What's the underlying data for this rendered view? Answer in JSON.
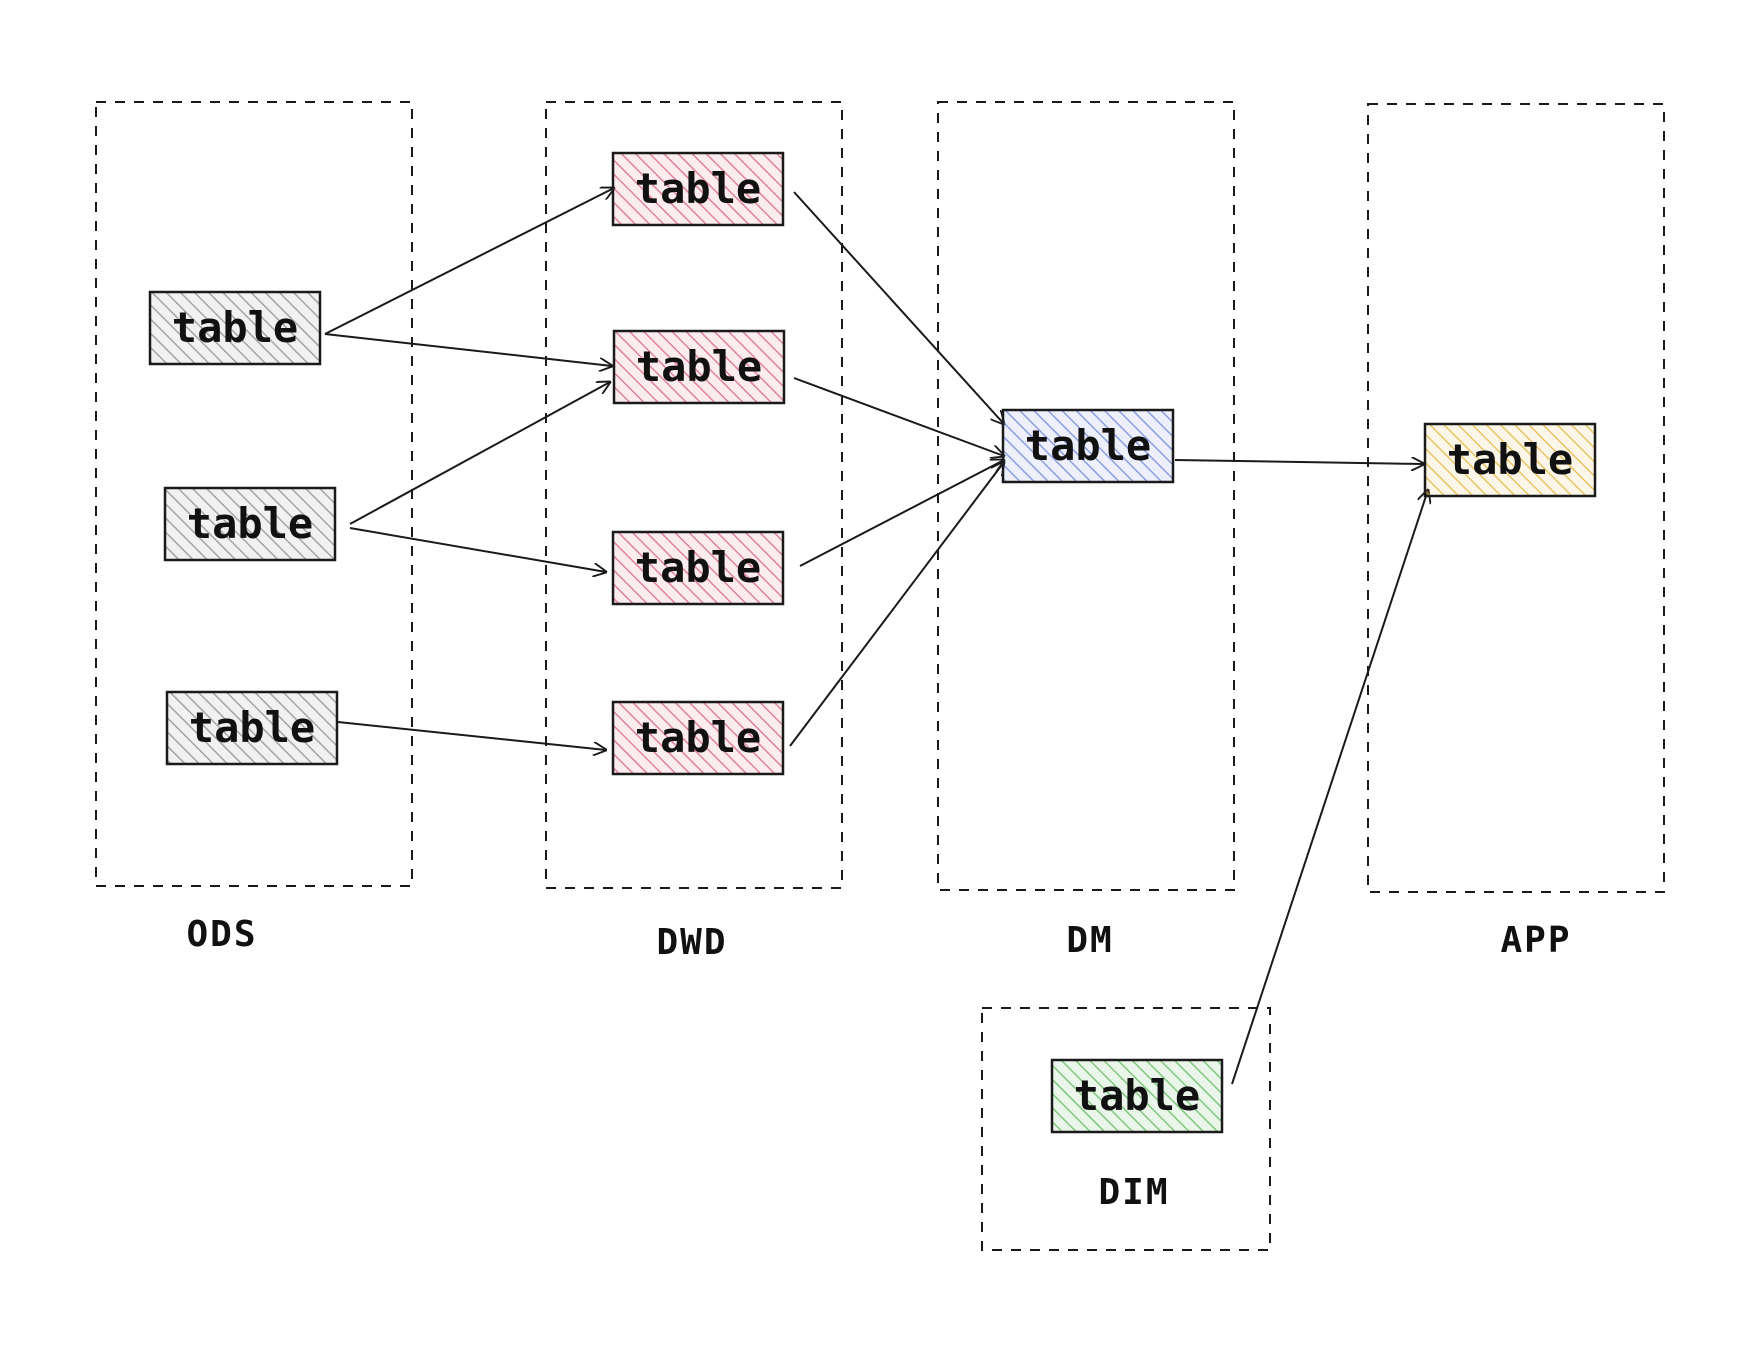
{
  "colors": {
    "ods": "#8c8c8c",
    "dwd": "#d9607e",
    "dm": "#6f83d8",
    "app": "#e3b43a",
    "dim": "#5cb85c",
    "stroke": "#1a1a1a"
  },
  "layers": {
    "ods": "ODS",
    "dwd": "DWD",
    "dm": "DM",
    "app": "APP",
    "dim": "DIM"
  },
  "nodes": {
    "ods_1": {
      "label": "table",
      "layer": "ods"
    },
    "ods_2": {
      "label": "table",
      "layer": "ods"
    },
    "ods_3": {
      "label": "table",
      "layer": "ods"
    },
    "dwd_1": {
      "label": "table",
      "layer": "dwd"
    },
    "dwd_2": {
      "label": "table",
      "layer": "dwd"
    },
    "dwd_3": {
      "label": "table",
      "layer": "dwd"
    },
    "dwd_4": {
      "label": "table",
      "layer": "dwd"
    },
    "dm_1": {
      "label": "table",
      "layer": "dm"
    },
    "app_1": {
      "label": "table",
      "layer": "app"
    },
    "dim_1": {
      "label": "table",
      "layer": "dim"
    }
  },
  "edges": [
    [
      "ods_1",
      "dwd_1"
    ],
    [
      "ods_1",
      "dwd_2"
    ],
    [
      "ods_2",
      "dwd_2"
    ],
    [
      "ods_2",
      "dwd_3"
    ],
    [
      "ods_3",
      "dwd_4"
    ],
    [
      "dwd_1",
      "dm_1"
    ],
    [
      "dwd_2",
      "dm_1"
    ],
    [
      "dwd_3",
      "dm_1"
    ],
    [
      "dwd_4",
      "dm_1"
    ],
    [
      "dm_1",
      "app_1"
    ],
    [
      "dim_1",
      "app_1"
    ]
  ]
}
